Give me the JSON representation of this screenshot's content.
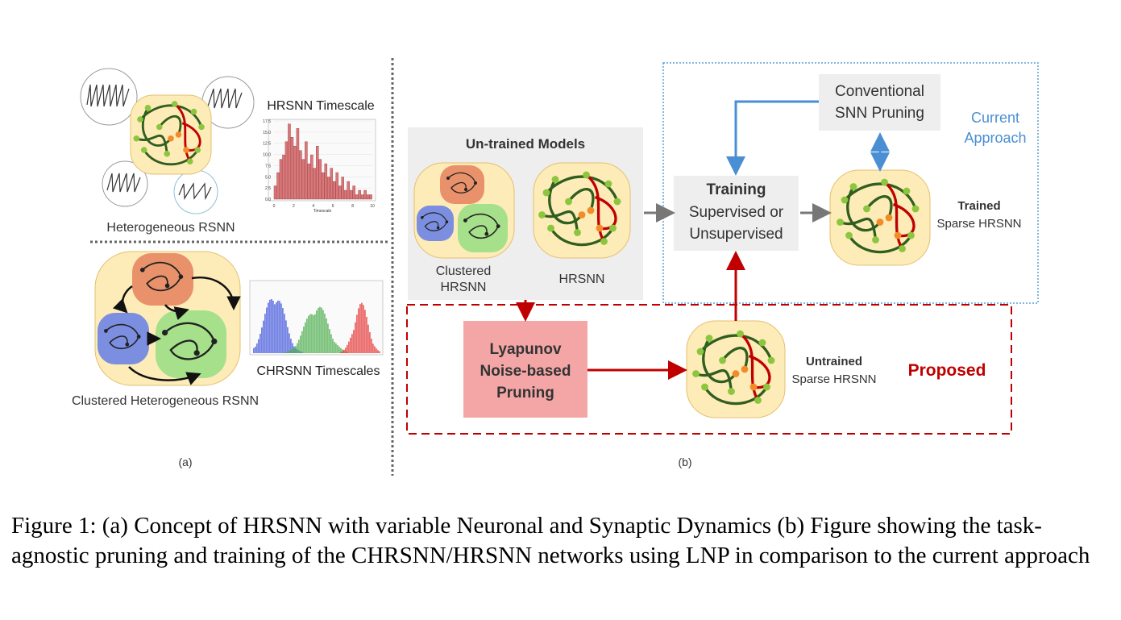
{
  "panel_a": {
    "hrsnn_timescale_title": "HRSNN Timescale",
    "heterogeneous_label": "Heterogeneous RSNN",
    "chrsnn_timescales_title": "CHRSNN Timescales",
    "clustered_label": "Clustered Heterogeneous RSNN",
    "sub_label": "(a)",
    "histogram_yticks": [
      "17.5",
      "15.0",
      "12.5",
      "10.0",
      "7.5",
      "5.0",
      "2.5",
      "0.0"
    ],
    "histogram_xticks": [
      "0",
      "2",
      "4",
      "6",
      "8",
      "10"
    ],
    "histogram_xlabel": "Timescale"
  },
  "panel_b": {
    "untrained_models_title": "Un-trained Models",
    "clustered_hrsnn_label": "Clustered\nHRSNN",
    "hrsnn_label": "HRSNN",
    "conventional_pruning": "Conventional\nSNN Pruning",
    "current_approach": "Current\nApproach",
    "training_title": "Training",
    "training_sub": "Supervised or\nUnsupervised",
    "trained_title": "Trained",
    "trained_sub": "Sparse HRSNN",
    "lnp_box": "Lyapunov\nNoise-based\nPruning",
    "untrained_title": "Untrained",
    "untrained_sub": "Sparse HRSNN",
    "proposed": "Proposed",
    "sub_label": "(b)"
  },
  "colors": {
    "current_blue": "#4a8fd4",
    "proposed_red": "#c00000",
    "lnp_fill": "#f4a6a6",
    "gray_box": "#eeeeee",
    "network_bg": "#fdebb8"
  },
  "caption": "Figure 1: (a) Concept of HRSNN with variable Neuronal and Synaptic Dynamics (b) Figure showing the task-agnostic pruning and training of the CHRSNN/HRSNN networks using LNP in comparison to the current approach"
}
